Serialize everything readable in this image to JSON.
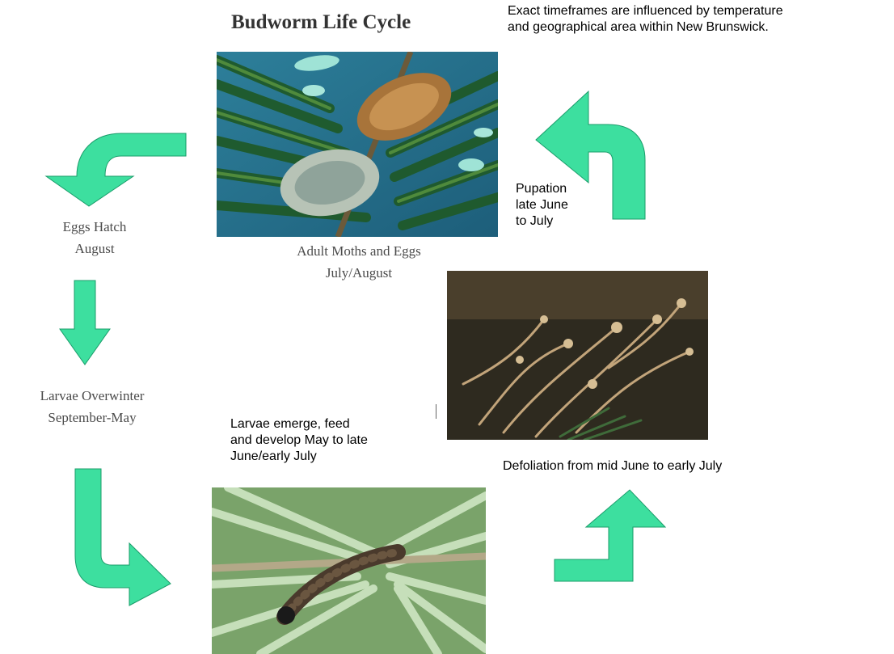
{
  "title": "Budworm Life Cycle",
  "note": {
    "line1": "Exact timeframes are influenced by temperature",
    "line2": "and geographical area within New Brunswick."
  },
  "stages": {
    "adult": {
      "line1": "Adult Moths and Eggs",
      "line2": "July/August"
    },
    "eggs": {
      "line1": "Eggs Hatch",
      "line2": "August"
    },
    "larvae_overwinter": {
      "line1": "Larvae Overwinter",
      "line2": "September-May"
    },
    "larvae_emerge": {
      "line1": "Larvae emerge, feed",
      "line2": "and develop May to late",
      "line3": "June/early July"
    },
    "defoliation": {
      "line1": "Defoliation from mid June to early July"
    },
    "pupation": {
      "line1": "Pupation",
      "line2": "late June",
      "line3": "to July"
    }
  },
  "colors": {
    "arrow": "#3ddf9f",
    "arrow_edge": "#1a9c6a"
  }
}
